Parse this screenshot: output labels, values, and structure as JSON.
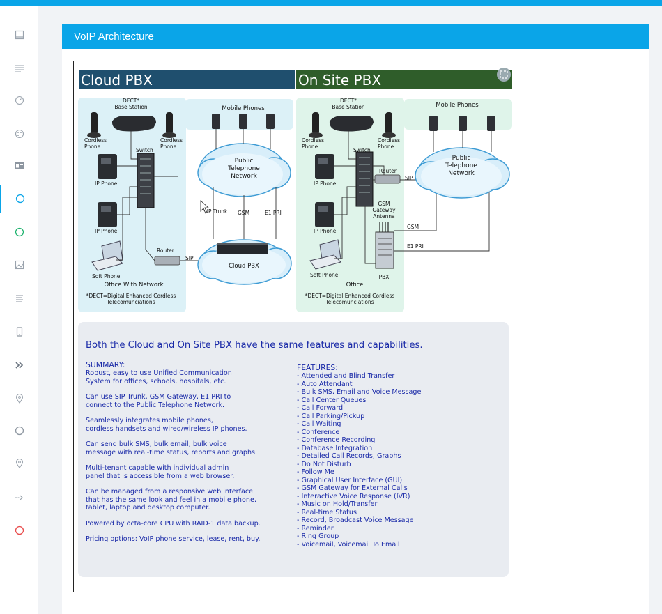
{
  "card": {
    "title": "VoIP Architecture"
  },
  "sidebar": {
    "items": [
      {
        "icon": "panel-icon"
      },
      {
        "icon": "lines-icon"
      },
      {
        "icon": "gauge-icon"
      },
      {
        "icon": "palette-icon"
      },
      {
        "icon": "id-card-icon"
      },
      {
        "icon": "circle-icon"
      },
      {
        "icon": "circle-icon"
      },
      {
        "icon": "image-icon"
      },
      {
        "icon": "align-icon"
      },
      {
        "icon": "mobile-icon"
      },
      {
        "icon": "double-chevron-icon"
      },
      {
        "icon": "pin-icon"
      },
      {
        "icon": "circle-icon"
      },
      {
        "icon": "pin-icon"
      },
      {
        "icon": "arrows-icon"
      },
      {
        "icon": "circle-icon"
      }
    ]
  },
  "diagram": {
    "cloud_title": "Cloud PBX",
    "onsite_title": "On Site PBX",
    "left": {
      "dect": "DECT*",
      "base_station": "Base Station",
      "cordless1": "Cordless",
      "cordless1b": "Phone",
      "cordless2": "Cordless",
      "cordless2b": "Phone",
      "switch": "Switch",
      "ip_phone1": "IP Phone",
      "ip_phone2": "IP Phone",
      "router": "Router",
      "sip": "SIP",
      "soft_phone": "Soft Phone",
      "office": "Office With Network",
      "note1": "*DECT=Digital Enhanced Cordless",
      "note2": "Telecomunciations",
      "mobile": "Mobile Phones",
      "ptn1": "Public",
      "ptn2": "Telephone",
      "ptn3": "Network",
      "sip_trunk": "SIP Trunk",
      "gsm": "GSM",
      "e1": "E1 PRI",
      "cloud_pbx": "Cloud PBX"
    },
    "right": {
      "dect": "DECT*",
      "base_station": "Base Station",
      "cordless1": "Cordless",
      "cordless1b": "Phone",
      "cordless2": "Cordless",
      "cordless2b": "Phone",
      "switch": "Switch",
      "ip_phone1": "IP Phone",
      "ip_phone2": "IP Phone",
      "router": "Router",
      "sip": "SIP",
      "gsm_gw1": "GSM",
      "gsm_gw2": "Gateway",
      "gsm_gw3": "Antenna",
      "gsm": "GSM",
      "e1": "E1 PRI",
      "pbx": "PBX",
      "soft_phone": "Soft Phone",
      "office": "Office",
      "note1": "*DECT=Digital Enhanced Cordless",
      "note2": "Telecomunciations",
      "mobile": "Mobile Phones",
      "ptn1": "Public",
      "ptn2": "Telephone",
      "ptn3": "Network"
    },
    "colors": {
      "cloud_title_bg": "#1f4f6e",
      "onsite_title_bg": "#2f5d2a",
      "office_left_bg": "#dcf1f7",
      "office_right_bg": "#dff4ea",
      "text_blue": "#1a2aa8"
    }
  },
  "summary": {
    "headline": "Both the Cloud and On Site PBX have the same features and capabilities.",
    "title": "SUMMARY:",
    "paragraphs": [
      "Robust, easy to use Unified Communication\nSystem for offices, schools, hospitals, etc.",
      "Can use  SIP Trunk, GSM Gateway, E1 PRI to\nconnect to the Public Telephone Network.",
      "Seamlessly integrates mobile phones,\ncordless handsets and wired/wireless IP phones.",
      "Can send bulk SMS, bulk email, bulk voice\nmessage with real-time status, reports and graphs.",
      "Multi-tenant capable with individual admin\npanel that is accessible from a web browser.",
      "Can be managed from a responsive web interface\nthat has the same look and feel in a mobile phone,\ntablet, laptop and desktop computer.",
      "Powered by octa-core CPU with RAID-1 data backup.",
      "Pricing options: VoIP phone service, lease, rent, buy."
    ]
  },
  "features": {
    "title": "FEATURES:",
    "items": [
      "- Attended and Blind Transfer",
      "- Auto Attendant",
      "- Bulk SMS, Email and Voice Message",
      "- Call Center Queues",
      "- Call Forward",
      "- Call Parking/Pickup",
      "- Call Waiting",
      "- Conference",
      "- Conference Recording",
      "- Database Integration",
      "- Detailed Call Records, Graphs",
      "- Do Not Disturb",
      "- Follow Me",
      "- Graphical User Interface (GUI)",
      "- GSM Gateway for External Calls",
      "- Interactive Voice Response (IVR)",
      "- Music on Hold/Transfer",
      "- Real-time Status",
      "- Record, Broadcast Voice Message",
      "- Reminder",
      "- Ring Group",
      "- Voicemail, Voicemail To Email"
    ]
  }
}
